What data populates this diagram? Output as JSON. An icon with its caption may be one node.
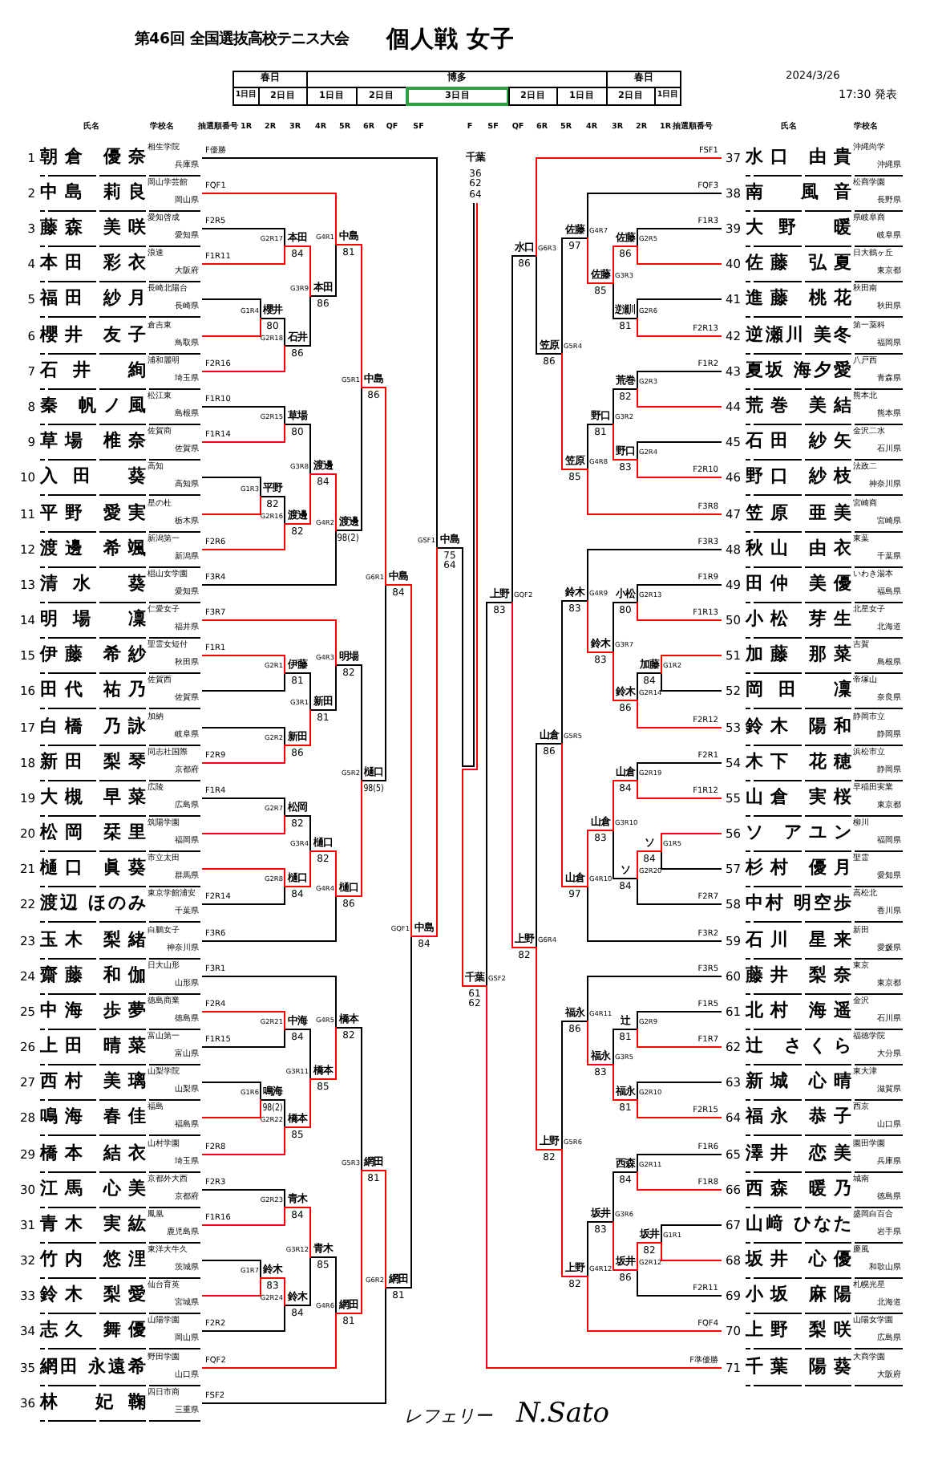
{
  "diagram": {
    "title": "個人戦 女子",
    "nodes": [
      {
        "text": [
          "1",
          "朝倉 優奈",
          "相生学院",
          "兵庫県"
        ]
      },
      {
        "text": [
          "2",
          "中島 莉良",
          "岡山学芸館",
          "岡山県"
        ]
      },
      {
        "text": [
          "3",
          "藤森 美咲",
          "愛知啓成",
          "愛知県"
        ]
      },
      {
        "text": [
          "4",
          "本田 彩衣",
          "浪速",
          "大阪府"
        ]
      },
      {
        "text": [
          "5",
          "福田 紗月",
          "長崎北陽台",
          "長崎県"
        ]
      },
      {
        "text": [
          "6",
          "櫻井 友子",
          "倉吉東",
          "鳥取県"
        ]
      },
      {
        "text": [
          "7",
          "石井 絢",
          "浦和麗明",
          "埼玉県"
        ]
      },
      {
        "text": [
          "8",
          "秦 帆ノ風",
          "松江東",
          "島根県"
        ]
      },
      {
        "text": [
          "9",
          "草場 椎奈",
          "佐賀商",
          "佐賀県"
        ]
      },
      {
        "text": [
          "10",
          "入田 葵",
          "高知",
          "高知県"
        ]
      },
      {
        "text": [
          "11",
          "平野 愛実",
          "星の杜",
          "栃木県"
        ]
      },
      {
        "text": [
          "12",
          "渡邊 希颯",
          "新潟第一",
          "新潟県"
        ]
      },
      {
        "text": [
          "13",
          "清水 葵",
          "椙山女学園",
          "愛知県"
        ]
      },
      {
        "text": [
          "14",
          "明場 凜",
          "仁愛女子",
          "福井県"
        ]
      },
      {
        "text": [
          "15",
          "伊藤 希紗",
          "聖霊女短付",
          "秋田県"
        ]
      },
      {
        "text": [
          "16",
          "田代 祐乃",
          "佐賀西",
          "佐賀県"
        ]
      },
      {
        "text": [
          "17",
          "白橋 乃詠",
          "加納",
          "岐阜県"
        ]
      },
      {
        "text": [
          "18",
          "新田 梨琴",
          "同志社国際",
          "京都府"
        ]
      },
      {
        "text": [
          "19",
          "大槻 早菜",
          "広陵",
          "広島県"
        ]
      },
      {
        "text": [
          "20",
          "松岡 栞里",
          "筑陽学園",
          "福岡県"
        ]
      },
      {
        "text": [
          "21",
          "樋口 眞葵",
          "市立太田",
          "群馬県"
        ]
      },
      {
        "text": [
          "22",
          "渡辺 ほのみ",
          "東京学館浦安",
          "千葉県"
        ]
      },
      {
        "text": [
          "23",
          "玉木 梨緒",
          "白鵬女子",
          "神奈川県"
        ]
      },
      {
        "text": [
          "24",
          "齋藤 和伽",
          "日大山形",
          "山形県"
        ]
      },
      {
        "text": [
          "25",
          "中海 歩夢",
          "徳島商業",
          "徳島県"
        ]
      },
      {
        "text": [
          "26",
          "上田 晴菜",
          "富山第一",
          "富山県"
        ]
      },
      {
        "text": [
          "27",
          "西村 美璃",
          "山梨学院",
          "山梨県"
        ]
      },
      {
        "text": [
          "28",
          "鳴海 春佳",
          "福島",
          "福島県"
        ]
      },
      {
        "text": [
          "29",
          "橋本 結衣",
          "山村学園",
          "埼玉県"
        ]
      },
      {
        "text": [
          "30",
          "江馬 心美",
          "京都外大西",
          "京都府"
        ]
      },
      {
        "text": [
          "31",
          "青木 実紘",
          "鳳凰",
          "鹿児島県"
        ]
      },
      {
        "text": [
          "32",
          "竹内 悠浬",
          "東洋大牛久",
          "茨城県"
        ]
      },
      {
        "text": [
          "33",
          "鈴木 梨愛",
          "仙台育英",
          "宮城県"
        ]
      },
      {
        "text": [
          "34",
          "志久 舞優",
          "山陽学園",
          "岡山県"
        ]
      },
      {
        "text": [
          "35",
          "網田 永遠希",
          "野田学園",
          "山口県"
        ]
      },
      {
        "text": [
          "36",
          "林 妃鞠",
          "四日市商",
          "三重県"
        ]
      },
      {
        "text": [
          "37",
          "水口 由貴",
          "沖縄尚学",
          "沖縄県"
        ]
      },
      {
        "text": [
          "38",
          "南 風音",
          "松商学園",
          "長野県"
        ]
      },
      {
        "text": [
          "39",
          "大野 暖",
          "県岐阜商",
          "岐阜県"
        ]
      },
      {
        "text": [
          "40",
          "佐藤 弘夏",
          "日大鶴ヶ丘",
          "東京都"
        ]
      },
      {
        "text": [
          "41",
          "進藤 桃花",
          "秋田南",
          "秋田県"
        ]
      },
      {
        "text": [
          "42",
          "逆瀬川 美冬",
          "第一薬科",
          "福岡県"
        ]
      },
      {
        "text": [
          "43",
          "夏坂 海夕愛",
          "八戸西",
          "青森県"
        ]
      },
      {
        "text": [
          "44",
          "荒巻 美結",
          "熊本北",
          "熊本県"
        ]
      },
      {
        "text": [
          "45",
          "石田 紗矢",
          "金沢二水",
          "石川県"
        ]
      },
      {
        "text": [
          "46",
          "野口 紗枝",
          "法政二",
          "神奈川県"
        ]
      },
      {
        "text": [
          "47",
          "笠原 亜美",
          "宮崎商",
          "宮崎県"
        ]
      },
      {
        "text": [
          "48",
          "秋山 由衣",
          "東葉",
          "千葉県"
        ]
      },
      {
        "text": [
          "49",
          "田仲 美優",
          "いわき湯本",
          "福島県"
        ]
      },
      {
        "text": [
          "50",
          "小松 芽生",
          "北星女子",
          "北海道"
        ]
      },
      {
        "text": [
          "51",
          "加藤 那菜",
          "吉賀",
          "島根県"
        ]
      },
      {
        "text": [
          "52",
          "岡田 凜",
          "帝塚山",
          "奈良県"
        ]
      },
      {
        "text": [
          "53",
          "鈴木 陽和",
          "静岡市立",
          "静岡県"
        ]
      },
      {
        "text": [
          "54",
          "木下 花穂",
          "浜松市立",
          "静岡県"
        ]
      },
      {
        "text": [
          "55",
          "山倉 実桜",
          "早稲田実業",
          "東京都"
        ]
      },
      {
        "text": [
          "56",
          "ソ アユン",
          "柳川",
          "福岡県"
        ]
      },
      {
        "text": [
          "57",
          "杉村 優月",
          "聖霊",
          "愛知県"
        ]
      },
      {
        "text": [
          "58",
          "中村 明空歩",
          "高松北",
          "香川県"
        ]
      },
      {
        "text": [
          "59",
          "石川 星来",
          "新田",
          "愛媛県"
        ]
      },
      {
        "text": [
          "60",
          "藤井 梨奈",
          "東京",
          "東京都"
        ]
      },
      {
        "text": [
          "61",
          "北村 海遥",
          "金沢",
          "石川県"
        ]
      },
      {
        "text": [
          "62",
          "辻 さくら",
          "福徳学院",
          "大分県"
        ]
      },
      {
        "text": [
          "63",
          "新城 心晴",
          "東大津",
          "滋賀県"
        ]
      },
      {
        "text": [
          "64",
          "福永 恭子",
          "西京",
          "山口県"
        ]
      },
      {
        "text": [
          "65",
          "澤井 恋美",
          "園田学園",
          "兵庫県"
        ]
      },
      {
        "text": [
          "66",
          "西森 暖乃",
          "城南",
          "徳島県"
        ]
      },
      {
        "text": [
          "67",
          "山﨑 ひなた",
          "盛岡白百合",
          "岩手県"
        ]
      },
      {
        "text": [
          "68",
          "坂井 心優",
          "慶風",
          "和歌山県"
        ]
      },
      {
        "text": [
          "69",
          "小坂 麻陽",
          "札幌光星",
          "北海道"
        ]
      },
      {
        "text": [
          "70",
          "上野 梨咲",
          "山陽女学園",
          "広島県"
        ]
      },
      {
        "text": [
          "71",
          "千葉 陽葵",
          "大商学園",
          "大阪府"
        ]
      },
      {
        "text": [
          "本田",
          "84"
        ],
        "beside": [
          "G2R17"
        ]
      },
      {
        "text": [
          "櫻井",
          "80"
        ],
        "beside": [
          "G1R4"
        ]
      },
      {
        "text": [
          "石井",
          "86"
        ],
        "beside": [
          "G2R18"
        ]
      },
      {
        "text": [
          "本田",
          "86"
        ],
        "beside": [
          "G3R9"
        ]
      },
      {
        "text": [
          "中島",
          "81"
        ],
        "beside": [
          "G4R1"
        ]
      },
      {
        "text": [
          "草場",
          "80"
        ],
        "beside": [
          "G2R15"
        ]
      },
      {
        "text": [
          "平野",
          "82"
        ],
        "beside": [
          "G1R3"
        ]
      },
      {
        "text": [
          "渡邊",
          "82"
        ],
        "beside": [
          "G2R16"
        ]
      },
      {
        "text": [
          "渡邊",
          "84"
        ],
        "beside": [
          "G3R8"
        ]
      },
      {
        "text": [
          "渡邊",
          "98(2)"
        ],
        "beside": [
          "G4R2"
        ]
      },
      {
        "text": [
          "中島",
          "86"
        ],
        "beside": [
          "G5R1"
        ]
      },
      {
        "text": [
          "伊藤",
          "81"
        ],
        "beside": [
          "G2R1"
        ]
      },
      {
        "text": [
          "新田",
          "86"
        ],
        "beside": [
          "G2R2"
        ]
      },
      {
        "text": [
          "新田",
          "81"
        ],
        "beside": [
          "G3R1"
        ]
      },
      {
        "text": [
          "明場",
          "82"
        ],
        "beside": [
          "G4R3"
        ]
      },
      {
        "text": [
          "松岡",
          "82"
        ],
        "beside": [
          "G2R7"
        ]
      },
      {
        "text": [
          "樋口",
          "84"
        ],
        "beside": [
          "G2R8"
        ]
      },
      {
        "text": [
          "樋口",
          "82"
        ],
        "beside": [
          "G3R4"
        ]
      },
      {
        "text": [
          "樋口",
          "86"
        ],
        "beside": [
          "G4R4"
        ]
      },
      {
        "text": [
          "樋口",
          "98(5)"
        ],
        "beside": [
          "G5R2"
        ]
      },
      {
        "text": [
          "中島",
          "84"
        ],
        "beside": [
          "G6R1"
        ]
      },
      {
        "text": [
          "中海",
          "84"
        ],
        "beside": [
          "G2R21"
        ]
      },
      {
        "text": [
          "鳴海",
          "98(2)"
        ],
        "beside": [
          "G1R6"
        ]
      },
      {
        "text": [
          "橋本",
          "85"
        ],
        "beside": [
          "G2R22"
        ]
      },
      {
        "text": [
          "橋本",
          "85"
        ],
        "beside": [
          "G3R11"
        ]
      },
      {
        "text": [
          "橋本",
          "82"
        ],
        "beside": [
          "G4R5"
        ]
      },
      {
        "text": [
          "青木",
          "84"
        ],
        "beside": [
          "G2R23"
        ]
      },
      {
        "text": [
          "鈴木",
          "83"
        ],
        "beside": [
          "G1R7"
        ]
      },
      {
        "text": [
          "鈴木",
          "84"
        ],
        "beside": [
          "G2R24"
        ]
      },
      {
        "text": [
          "青木",
          "85"
        ],
        "beside": [
          "G3R12"
        ]
      },
      {
        "text": [
          "網田",
          "81"
        ],
        "beside": [
          "G4R6"
        ]
      },
      {
        "text": [
          "網田",
          "81"
        ],
        "beside": [
          "G5R3"
        ]
      },
      {
        "text": [
          "網田",
          "81"
        ],
        "beside": [
          "G6R2"
        ]
      },
      {
        "text": [
          "中島",
          "84"
        ],
        "beside": [
          "GQF1"
        ]
      },
      {
        "text": [
          "中島",
          "75 64"
        ],
        "beside": [
          "GSF1"
        ]
      },
      {
        "text": [
          "千葉",
          "36 62 64"
        ]
      },
      {
        "text": [
          "佐藤",
          "86"
        ],
        "beside": [
          "G2R5"
        ]
      },
      {
        "text": [
          "逆瀬川",
          "81"
        ],
        "beside": [
          "G2R6"
        ]
      },
      {
        "text": [
          "佐藤",
          "85"
        ],
        "beside": [
          "G3R3"
        ]
      },
      {
        "text": [
          "佐藤",
          "97"
        ],
        "beside": [
          "G4R7"
        ]
      },
      {
        "text": [
          "荒巻",
          "82"
        ],
        "beside": [
          "G2R3"
        ]
      },
      {
        "text": [
          "野口",
          "83"
        ],
        "beside": [
          "G2R4"
        ]
      },
      {
        "text": [
          "野口",
          "81"
        ],
        "beside": [
          "G3R2"
        ]
      },
      {
        "text": [
          "笠原",
          "85"
        ],
        "beside": [
          "G4R8"
        ]
      },
      {
        "text": [
          "笠原",
          "86"
        ],
        "beside": [
          "G5R4"
        ]
      },
      {
        "text": [
          "水口",
          "86"
        ],
        "beside": [
          "G6R3"
        ]
      },
      {
        "text": [
          "小松",
          "80"
        ],
        "beside": [
          "G2R13"
        ]
      },
      {
        "text": [
          "加藤",
          "84"
        ],
        "beside": [
          "G1R2"
        ]
      },
      {
        "text": [
          "鈴木",
          "86"
        ],
        "beside": [
          "G2R14"
        ]
      },
      {
        "text": [
          "鈴木",
          "83"
        ],
        "beside": [
          "G3R7"
        ]
      },
      {
        "text": [
          "鈴木",
          "83"
        ],
        "beside": [
          "G4R9"
        ]
      },
      {
        "text": [
          "山倉",
          "84"
        ],
        "beside": [
          "G2R19"
        ]
      },
      {
        "text": [
          "ソ",
          "84"
        ],
        "beside": [
          "G1R5"
        ]
      },
      {
        "text": [
          "ソ",
          "84"
        ],
        "beside": [
          "G2R20"
        ]
      },
      {
        "text": [
          "山倉",
          "83"
        ],
        "beside": [
          "G3R10"
        ]
      },
      {
        "text": [
          "山倉",
          "97"
        ],
        "beside": [
          "G4R10"
        ]
      },
      {
        "text": [
          "山倉",
          "86"
        ],
        "beside": [
          "G5R5"
        ]
      },
      {
        "text": [
          "辻",
          "81"
        ],
        "beside": [
          "G2R9"
        ]
      },
      {
        "text": [
          "福永",
          "81"
        ],
        "beside": [
          "G2R10"
        ]
      },
      {
        "text": [
          "福永",
          "83"
        ],
        "beside": [
          "G3R5"
        ]
      },
      {
        "text": [
          "福永",
          "86"
        ],
        "beside": [
          "G4R11"
        ]
      },
      {
        "text": [
          "西森",
          "84"
        ],
        "beside": [
          "G2R11"
        ]
      },
      {
        "text": [
          "坂井",
          "82"
        ],
        "beside": [
          "G1R1"
        ]
      },
      {
        "text": [
          "坂井",
          "86"
        ],
        "beside": [
          "G2R12"
        ]
      },
      {
        "text": [
          "坂井",
          "83"
        ],
        "beside": [
          "G3R6"
        ]
      },
      {
        "text": [
          "上野",
          "82"
        ],
        "beside": [
          "G4R12"
        ]
      },
      {
        "text": [
          "上野",
          "82"
        ],
        "beside": [
          "G5R6"
        ]
      },
      {
        "text": [
          "上野",
          "82"
        ],
        "beside": [
          "G6R4"
        ]
      },
      {
        "text": [
          "上野",
          "83"
        ],
        "beside": [
          "GQF2"
        ]
      },
      {
        "text": [
          "千葉",
          "61 62"
        ],
        "beside": [
          "GSF2"
        ]
      }
    ],
    "edges": [
      {
        "from": 2,
        "to": 71,
        "arrow": "none",
        "label": "F2R5",
        "color": "#000000"
      },
      {
        "from": 3,
        "to": 71,
        "arrow": "none",
        "label": "F1R11",
        "color": "#ff0000"
      },
      {
        "from": 4,
        "to": 72,
        "arrow": "none",
        "color": "#000000"
      },
      {
        "from": 5,
        "to": 72,
        "arrow": "none",
        "color": "#ff0000"
      },
      {
        "from": 72,
        "to": 73,
        "arrow": "none",
        "color": "#000000"
      },
      {
        "from": 6,
        "to": 73,
        "arrow": "none",
        "label": "F2R16",
        "color": "#ff0000"
      },
      {
        "from": 71,
        "to": 74,
        "arrow": "none",
        "color": "#ff0000"
      },
      {
        "from": 73,
        "to": 74,
        "arrow": "none",
        "color": "#000000"
      },
      {
        "from": 1,
        "to": 75,
        "arrow": "none",
        "label": "FQF1",
        "color": "#ff0000"
      },
      {
        "from": 74,
        "to": 75,
        "arrow": "none",
        "color": "#000000"
      },
      {
        "from": 7,
        "to": 76,
        "arrow": "none",
        "label": "F1R10",
        "color": "#000000"
      },
      {
        "from": 8,
        "to": 76,
        "arrow": "none",
        "label": "F1R14",
        "color": "#ff0000"
      },
      {
        "from": 9,
        "to": 77,
        "arrow": "none",
        "color": "#000000"
      },
      {
        "from": 10,
        "to": 77,
        "arrow": "none",
        "color": "#ff0000"
      },
      {
        "from": 77,
        "to": 78,
        "arrow": "none",
        "color": "#000000"
      },
      {
        "from": 11,
        "to": 78,
        "arrow": "none",
        "label": "F2R6",
        "color": "#ff0000"
      },
      {
        "from": 76,
        "to": 79,
        "arrow": "none",
        "color": "#000000"
      },
      {
        "from": 78,
        "to": 79,
        "arrow": "none",
        "color": "#ff0000"
      },
      {
        "from": 79,
        "to": 80,
        "arrow": "none",
        "color": "#ff0000"
      },
      {
        "from": 12,
        "to": 80,
        "arrow": "none",
        "label": "F3R4",
        "color": "#000000"
      },
      {
        "from": 75,
        "to": 81,
        "arrow": "none",
        "color": "#ff0000"
      },
      {
        "from": 80,
        "to": 81,
        "arrow": "none",
        "color": "#000000"
      },
      {
        "from": 14,
        "to": 82,
        "arrow": "none",
        "label": "F1R1",
        "color": "#ff0000"
      },
      {
        "from": 15,
        "to": 82,
        "arrow": "none",
        "color": "#000000"
      },
      {
        "from": 16,
        "to": 83,
        "arrow": "none",
        "color": "#000000"
      },
      {
        "from": 17,
        "to": 83,
        "arrow": "none",
        "label": "F2R9",
        "color": "#ff0000"
      },
      {
        "from": 82,
        "to": 84,
        "arrow": "none",
        "color": "#000000"
      },
      {
        "from": 83,
        "to": 84,
        "arrow": "none",
        "color": "#ff0000"
      },
      {
        "from": 13,
        "to": 85,
        "arrow": "none",
        "label": "F3R7",
        "color": "#ff0000"
      },
      {
        "from": 84,
        "to": 85,
        "arrow": "none",
        "color": "#000000"
      },
      {
        "from": 18,
        "to": 86,
        "arrow": "none",
        "label": "F1R4",
        "color": "#000000"
      },
      {
        "from": 19,
        "to": 86,
        "arrow": "none",
        "color": "#ff0000"
      },
      {
        "from": 20,
        "to": 87,
        "arrow": "none",
        "color": "#ff0000"
      },
      {
        "from": 21,
        "to": 87,
        "arrow": "none",
        "label": "F2R14",
        "color": "#000000"
      },
      {
        "from": 86,
        "to": 88,
        "arrow": "none",
        "color": "#000000"
      },
      {
        "from": 87,
        "to": 88,
        "arrow": "none",
        "color": "#ff0000"
      },
      {
        "from": 88,
        "to": 89,
        "arrow": "none",
        "color": "#ff0000"
      },
      {
        "from": 22,
        "to": 89,
        "arrow": "none",
        "label": "F3R6",
        "color": "#000000"
      },
      {
        "from": 85,
        "to": 90,
        "arrow": "none",
        "color": "#000000"
      },
      {
        "from": 89,
        "to": 90,
        "arrow": "none",
        "color": "#ff0000"
      },
      {
        "from": 81,
        "to": 91,
        "arrow": "none",
        "color": "#ff0000"
      },
      {
        "from": 90,
        "to": 91,
        "arrow": "none",
        "color": "#000000"
      },
      {
        "from": 24,
        "to": 92,
        "arrow": "none",
        "label": "F2R4",
        "color": "#ff0000"
      },
      {
        "from": 25,
        "to": 92,
        "arrow": "none",
        "label": "F1R15",
        "color": "#000000"
      },
      {
        "from": 26,
        "to": 93,
        "arrow": "none",
        "color": "#000000"
      },
      {
        "from": 27,
        "to": 93,
        "arrow": "none",
        "color": "#ff0000"
      },
      {
        "from": 93,
        "to": 94,
        "arrow": "none",
        "color": "#000000"
      },
      {
        "from": 28,
        "to": 94,
        "arrow": "none",
        "label": "F2R8",
        "color": "#ff0000"
      },
      {
        "from": 92,
        "to": 95,
        "arrow": "none",
        "color": "#000000"
      },
      {
        "from": 94,
        "to": 95,
        "arrow": "none",
        "color": "#ff0000"
      },
      {
        "from": 23,
        "to": 96,
        "arrow": "none",
        "label": "F3R1",
        "color": "#000000"
      },
      {
        "from": 95,
        "to": 96,
        "arrow": "none",
        "color": "#ff0000"
      },
      {
        "from": 29,
        "to": 97,
        "arrow": "none",
        "label": "F2R3",
        "color": "#000000"
      },
      {
        "from": 30,
        "to": 97,
        "arrow": "none",
        "label": "F1R16",
        "color": "#ff0000"
      },
      {
        "from": 31,
        "to": 98,
        "arrow": "none",
        "color": "#000000"
      },
      {
        "from": 32,
        "to": 98,
        "arrow": "none",
        "color": "#ff0000"
      },
      {
        "from": 98,
        "to": 99,
        "arrow": "none",
        "color": "#ff0000"
      },
      {
        "from": 33,
        "to": 99,
        "arrow": "none",
        "label": "F2R2",
        "color": "#000000"
      },
      {
        "from": 97,
        "to": 100,
        "arrow": "none",
        "color": "#ff0000"
      },
      {
        "from": 99,
        "to": 100,
        "arrow": "none",
        "color": "#000000"
      },
      {
        "from": 100,
        "to": 101,
        "arrow": "none",
        "color": "#000000"
      },
      {
        "from": 34,
        "to": 101,
        "arrow": "none",
        "label": "FQF2",
        "color": "#ff0000"
      },
      {
        "from": 96,
        "to": 102,
        "arrow": "none",
        "color": "#000000"
      },
      {
        "from": 101,
        "to": 102,
        "arrow": "none",
        "color": "#ff0000"
      },
      {
        "from": 102,
        "to": 103,
        "arrow": "none",
        "color": "#ff0000"
      },
      {
        "from": 35,
        "to": 103,
        "arrow": "none",
        "label": "FSF2",
        "color": "#000000"
      },
      {
        "from": 91,
        "to": 104,
        "arrow": "none",
        "color": "#ff0000"
      },
      {
        "from": 103,
        "to": 104,
        "arrow": "none",
        "color": "#000000"
      },
      {
        "from": 0,
        "to": 105,
        "arrow": "none",
        "label": "F優勝",
        "color": "#000000"
      },
      {
        "from": 104,
        "to": 105,
        "arrow": "none",
        "color": "#ff0000"
      },
      {
        "from": 105,
        "to": 106,
        "arrow": "none",
        "color": "#000000"
      },
      {
        "from": 106,
        "to": 140,
        "arrow": "none",
        "color": "#ff0000"
      },
      {
        "from": 107,
        "to": 38,
        "arrow": "none",
        "label": "F1R3",
        "color": "#000000"
      },
      {
        "from": 107,
        "to": 39,
        "arrow": "none",
        "color": "#ff0000"
      },
      {
        "from": 108,
        "to": 40,
        "arrow": "none",
        "color": "#000000"
      },
      {
        "from": 108,
        "to": 41,
        "arrow": "none",
        "label": "F2R13",
        "color": "#ff0000"
      },
      {
        "from": 109,
        "to": 107,
        "arrow": "none",
        "color": "#ff0000"
      },
      {
        "from": 109,
        "to": 108,
        "arrow": "none",
        "color": "#000000"
      },
      {
        "from": 110,
        "to": 37,
        "arrow": "none",
        "label": "FQF3",
        "color": "#000000"
      },
      {
        "from": 110,
        "to": 109,
        "arrow": "none",
        "color": "#ff0000"
      },
      {
        "from": 111,
        "to": 42,
        "arrow": "none",
        "label": "F1R2",
        "color": "#000000"
      },
      {
        "from": 111,
        "to": 43,
        "arrow": "none",
        "color": "#ff0000"
      },
      {
        "from": 112,
        "to": 44,
        "arrow": "none",
        "color": "#000000"
      },
      {
        "from": 112,
        "to": 45,
        "arrow": "none",
        "label": "F2R10",
        "color": "#ff0000"
      },
      {
        "from": 113,
        "to": 111,
        "arrow": "none",
        "color": "#000000"
      },
      {
        "from": 113,
        "to": 112,
        "arrow": "none",
        "color": "#ff0000"
      },
      {
        "from": 114,
        "to": 113,
        "arrow": "none",
        "color": "#000000"
      },
      {
        "from": 114,
        "to": 46,
        "arrow": "none",
        "label": "F3R8",
        "color": "#ff0000"
      },
      {
        "from": 115,
        "to": 110,
        "arrow": "none",
        "color": "#000000"
      },
      {
        "from": 115,
        "to": 114,
        "arrow": "none",
        "color": "#ff0000"
      },
      {
        "from": 116,
        "to": 36,
        "arrow": "none",
        "label": "FSF1",
        "color": "#ff0000"
      },
      {
        "from": 116,
        "to": 115,
        "arrow": "none",
        "color": "#000000"
      },
      {
        "from": 117,
        "to": 48,
        "arrow": "none",
        "label": "F1R9",
        "color": "#000000"
      },
      {
        "from": 117,
        "to": 49,
        "arrow": "none",
        "label": "F1R13",
        "color": "#ff0000"
      },
      {
        "from": 118,
        "to": 50,
        "arrow": "none",
        "color": "#ff0000"
      },
      {
        "from": 118,
        "to": 51,
        "arrow": "none",
        "color": "#000000"
      },
      {
        "from": 119,
        "to": 118,
        "arrow": "none",
        "color": "#000000"
      },
      {
        "from": 119,
        "to": 52,
        "arrow": "none",
        "label": "F2R12",
        "color": "#ff0000"
      },
      {
        "from": 120,
        "to": 117,
        "arrow": "none",
        "color": "#000000"
      },
      {
        "from": 120,
        "to": 119,
        "arrow": "none",
        "color": "#ff0000"
      },
      {
        "from": 121,
        "to": 47,
        "arrow": "none",
        "label": "F3R3",
        "color": "#000000"
      },
      {
        "from": 121,
        "to": 120,
        "arrow": "none",
        "color": "#ff0000"
      },
      {
        "from": 122,
        "to": 53,
        "arrow": "none",
        "label": "F2R1",
        "color": "#000000"
      },
      {
        "from": 122,
        "to": 54,
        "arrow": "none",
        "label": "F1R12",
        "color": "#ff0000"
      },
      {
        "from": 123,
        "to": 55,
        "arrow": "none",
        "color": "#ff0000"
      },
      {
        "from": 123,
        "to": 56,
        "arrow": "none",
        "color": "#000000"
      },
      {
        "from": 124,
        "to": 123,
        "arrow": "none",
        "color": "#ff0000"
      },
      {
        "from": 124,
        "to": 57,
        "arrow": "none",
        "label": "F2R7",
        "color": "#000000"
      },
      {
        "from": 125,
        "to": 122,
        "arrow": "none",
        "color": "#ff0000"
      },
      {
        "from": 125,
        "to": 124,
        "arrow": "none",
        "color": "#000000"
      },
      {
        "from": 126,
        "to": 125,
        "arrow": "none",
        "color": "#ff0000"
      },
      {
        "from": 126,
        "to": 58,
        "arrow": "none",
        "label": "F3R2",
        "color": "#000000"
      },
      {
        "from": 127,
        "to": 121,
        "arrow": "none",
        "color": "#000000"
      },
      {
        "from": 127,
        "to": 126,
        "arrow": "none",
        "color": "#ff0000"
      },
      {
        "from": 128,
        "to": 60,
        "arrow": "none",
        "label": "F1R5",
        "color": "#000000"
      },
      {
        "from": 128,
        "to": 61,
        "arrow": "none",
        "label": "F1R7",
        "color": "#ff0000"
      },
      {
        "from": 129,
        "to": 62,
        "arrow": "none",
        "color": "#000000"
      },
      {
        "from": 129,
        "to": 63,
        "arrow": "none",
        "label": "F2R15",
        "color": "#ff0000"
      },
      {
        "from": 130,
        "to": 128,
        "arrow": "none",
        "color": "#000000"
      },
      {
        "from": 130,
        "to": 129,
        "arrow": "none",
        "color": "#ff0000"
      },
      {
        "from": 131,
        "to": 59,
        "arrow": "none",
        "label": "F3R5",
        "color": "#000000"
      },
      {
        "from": 131,
        "to": 130,
        "arrow": "none",
        "color": "#ff0000"
      },
      {
        "from": 132,
        "to": 64,
        "arrow": "none",
        "label": "F1R6",
        "color": "#000000"
      },
      {
        "from": 132,
        "to": 65,
        "arrow": "none",
        "label": "F1R8",
        "color": "#ff0000"
      },
      {
        "from": 133,
        "to": 66,
        "arrow": "none",
        "color": "#000000"
      },
      {
        "from": 133,
        "to": 67,
        "arrow": "none",
        "color": "#ff0000"
      },
      {
        "from": 134,
        "to": 133,
        "arrow": "none",
        "color": "#ff0000"
      },
      {
        "from": 134,
        "to": 68,
        "arrow": "none",
        "label": "F2R11",
        "color": "#000000"
      },
      {
        "from": 135,
        "to": 132,
        "arrow": "none",
        "color": "#000000"
      },
      {
        "from": 135,
        "to": 134,
        "arrow": "none",
        "color": "#ff0000"
      },
      {
        "from": 136,
        "to": 135,
        "arrow": "none",
        "color": "#000000"
      },
      {
        "from": 136,
        "to": 69,
        "arrow": "none",
        "label": "FQF4",
        "color": "#ff0000"
      },
      {
        "from": 137,
        "to": 131,
        "arrow": "none",
        "color": "#000000"
      },
      {
        "from": 137,
        "to": 136,
        "arrow": "none",
        "color": "#ff0000"
      },
      {
        "from": 138,
        "to": 127,
        "arrow": "none",
        "color": "#000000"
      },
      {
        "from": 138,
        "to": 137,
        "arrow": "none",
        "color": "#ff0000"
      },
      {
        "from": 139,
        "to": 116,
        "arrow": "none",
        "color": "#000000"
      },
      {
        "from": 139,
        "to": 138,
        "arrow": "none",
        "color": "#ff0000"
      },
      {
        "from": 140,
        "to": 139,
        "arrow": "none",
        "color": "#000000"
      },
      {
        "from": 140,
        "to": 70,
        "arrow": "none",
        "label": "F準優勝",
        "color": "#ff0000"
      }
    ],
    "labels": [
      "第46回 全国選抜高校テニス大会",
      "春日",
      "博多",
      "春日",
      "2024/3/26",
      "1日目",
      "2日目",
      "1日目",
      "2日目",
      "3日目",
      "2日目",
      "1日目",
      "2日目",
      "1日目",
      "17:30 発表",
      "氏名",
      "学校名",
      "抽選順番号",
      "1R",
      "2R",
      "3R",
      "4R",
      "5R",
      "6R",
      "QF",
      "SF",
      "F",
      "SF",
      "QF",
      "6R",
      "5R",
      "4R",
      "3R",
      "2R",
      "1R",
      "抽選順番号",
      "氏名",
      "学校名",
      "レフェリー",
      "N.Sato"
    ]
  }
}
